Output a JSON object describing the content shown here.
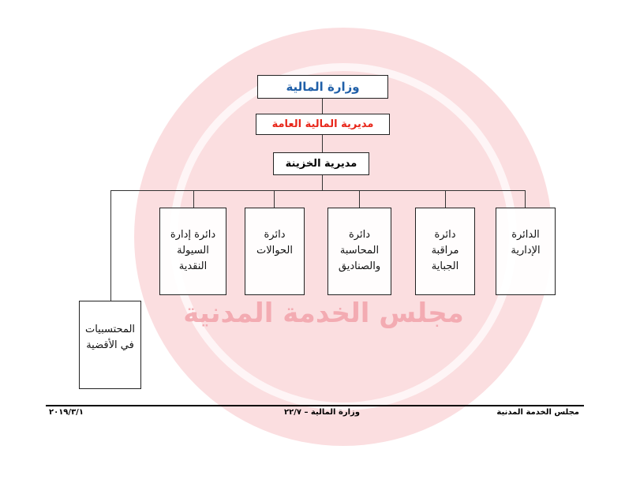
{
  "watermark": {
    "text": "مجلس الخدمة المدنية",
    "color": "#f7c2c6"
  },
  "org_chart": {
    "ministry": {
      "label": "وزارة المالية",
      "color": "#1f5fa8"
    },
    "directorate": {
      "label": "مديرية المالية العامة",
      "color": "#e8261a"
    },
    "treasury": {
      "label": "مديرية الخزينة",
      "color": "#000000"
    },
    "departments": [
      {
        "label": "الدائرة\nالإدارية"
      },
      {
        "label": "دائرة مراقبة\nالجباية"
      },
      {
        "label": "دائرة\nالمحاسبة\nوالصناديق"
      },
      {
        "label": "دائرة\nالحوالات"
      },
      {
        "label": "دائرة إدارة\nالسيولة النقدية"
      }
    ],
    "accountants": {
      "label": "المحتسبيات\nفي الأقضية"
    }
  },
  "footer": {
    "left": "مجلس الخدمة المدنية",
    "center": "وزارة المالية – ٢٢/٧",
    "right": "٢٠١٩/٣/١"
  }
}
